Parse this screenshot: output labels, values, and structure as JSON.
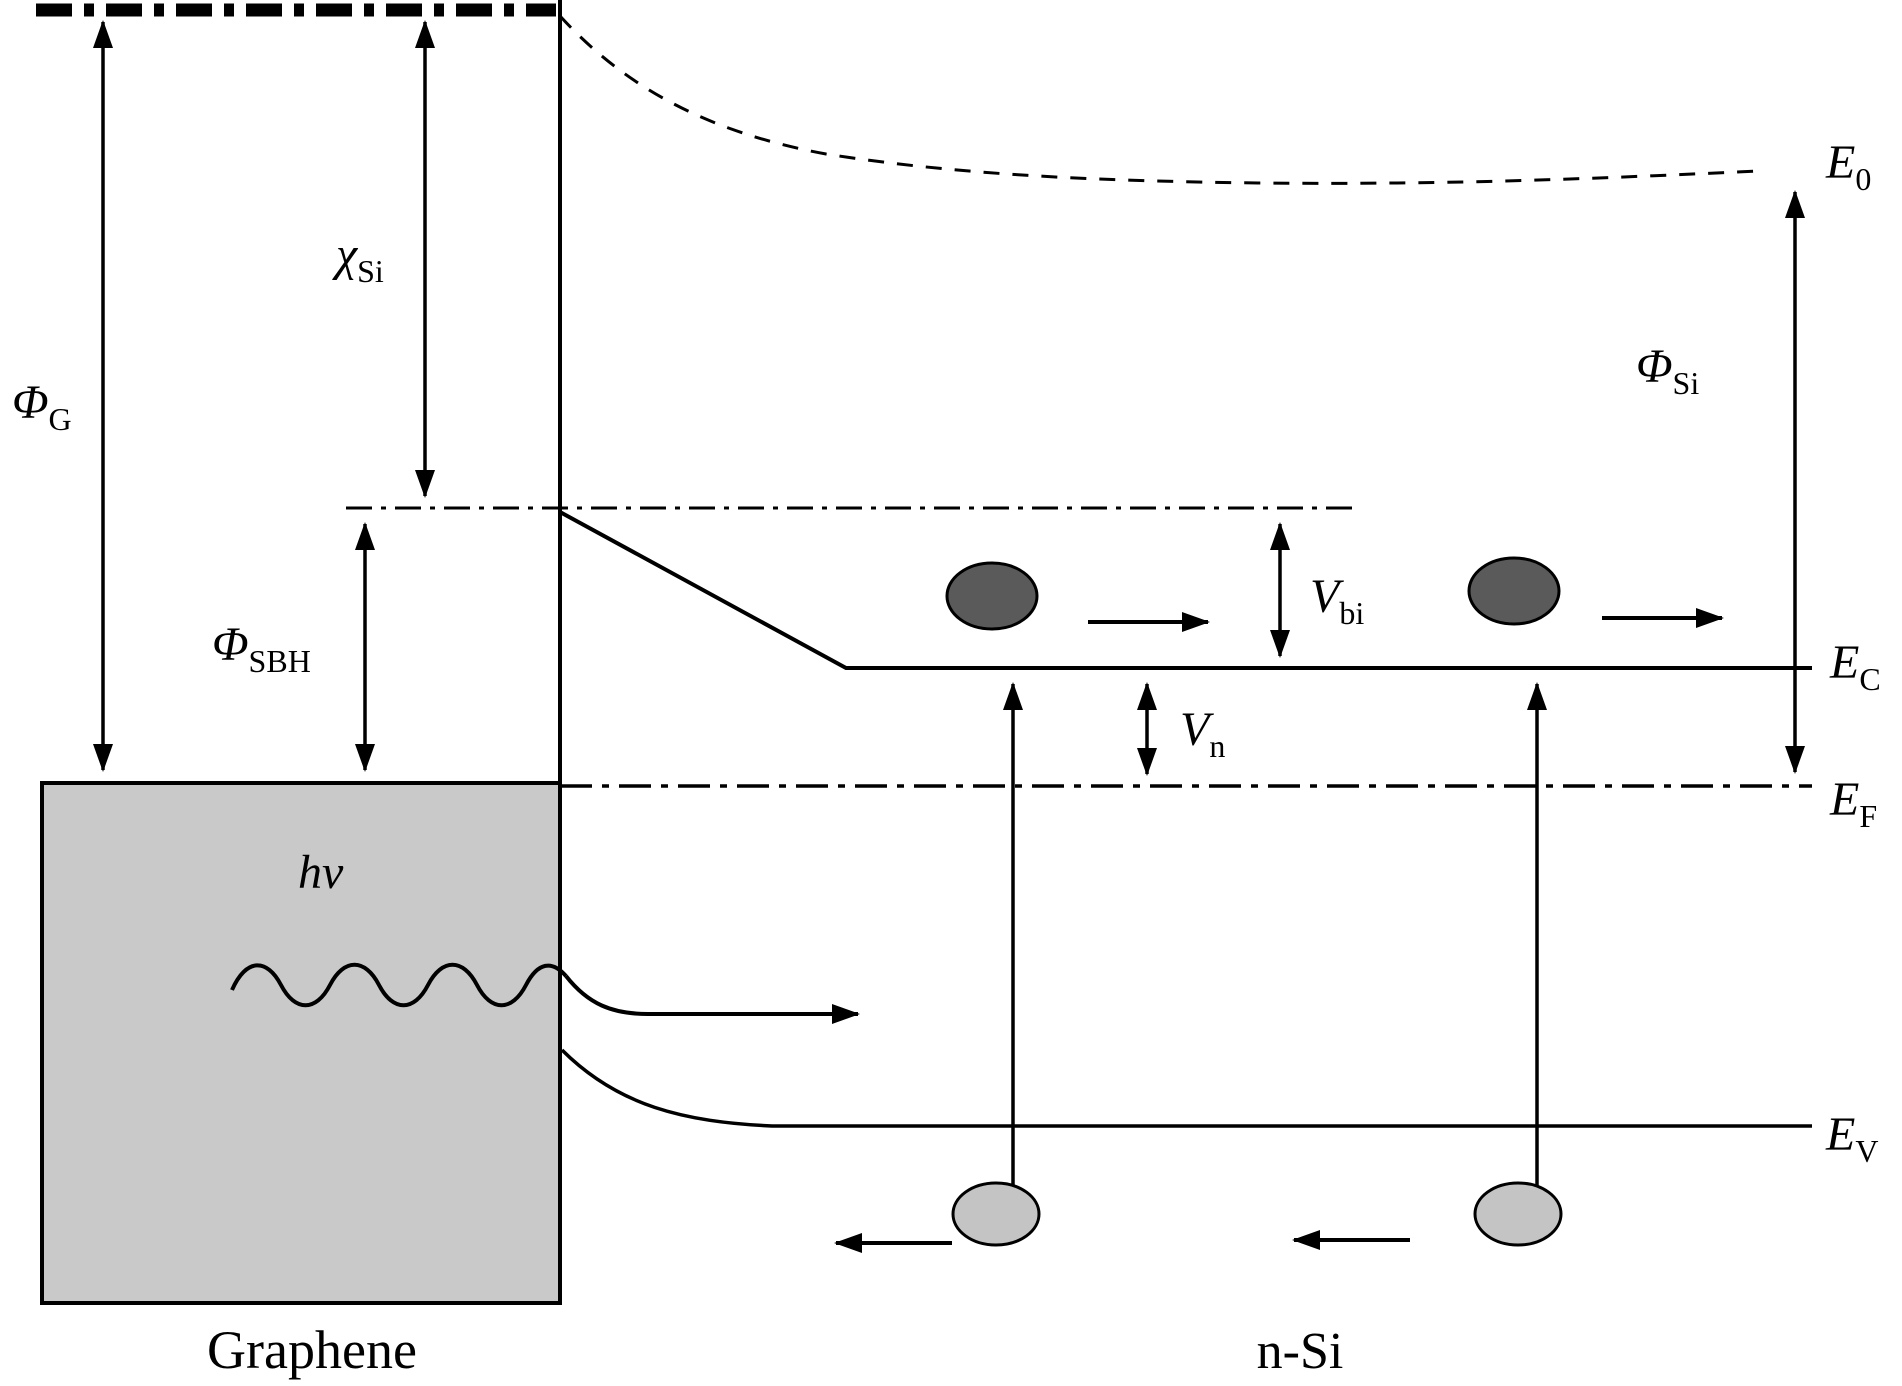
{
  "figure": {
    "type": "energy-band-diagram",
    "labels": {
      "e0": {
        "main": "E",
        "sub": "0"
      },
      "ec": {
        "main": "E",
        "sub": "C"
      },
      "ef": {
        "main": "E",
        "sub": "F"
      },
      "ev": {
        "main": "E",
        "sub": "V"
      },
      "phi_g": {
        "main": "Φ",
        "sub": "G"
      },
      "chi_si": {
        "main": "χ",
        "sub": "Si"
      },
      "phi_sbh": {
        "main": "Φ",
        "sub": "SBH"
      },
      "phi_si": {
        "main": "Φ",
        "sub": "Si"
      },
      "v_bi": {
        "main": "V",
        "sub": "bi"
      },
      "v_n": {
        "main": "V",
        "sub": "n"
      },
      "photon": "hν",
      "graphene": "Graphene",
      "n_si": "n-Si"
    },
    "colors": {
      "electron": "#5a5a5a",
      "hole": "#c4c4c4",
      "graphene_region": "#c9c9c9",
      "line": "#000000",
      "background": "#ffffff"
    }
  }
}
